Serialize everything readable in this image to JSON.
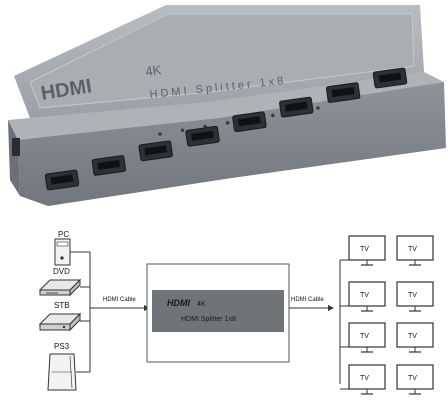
{
  "product": {
    "logo_text": "HDMI",
    "resolution": "4K",
    "model_text": "HDMI Splitter 1x8",
    "ports_front": 8,
    "indicator_leds": 8
  },
  "diagram": {
    "sources": [
      {
        "label": "PC",
        "icon": "pc-icon"
      },
      {
        "label": "DVD",
        "icon": "dvd-player-icon"
      },
      {
        "label": "STB",
        "icon": "set-top-box-icon"
      },
      {
        "label": "PS3",
        "icon": "game-console-icon"
      }
    ],
    "input_cable_label": "HDMI Cable",
    "output_cable_label": "HDMI Cable",
    "splitter": {
      "logo": "HDMI",
      "resolution": "4K",
      "model": "HDMI Splitter 1x8"
    },
    "outputs": [
      "TV",
      "TV",
      "TV",
      "TV",
      "TV",
      "TV",
      "TV",
      "TV"
    ],
    "output_icon": "tv-icon"
  },
  "colors": {
    "device_body": "#9ea3a8",
    "device_dark": "#5f656b",
    "splitter_box": "#6f7479",
    "tv_screen": "#ffffff",
    "line": "#333333"
  }
}
